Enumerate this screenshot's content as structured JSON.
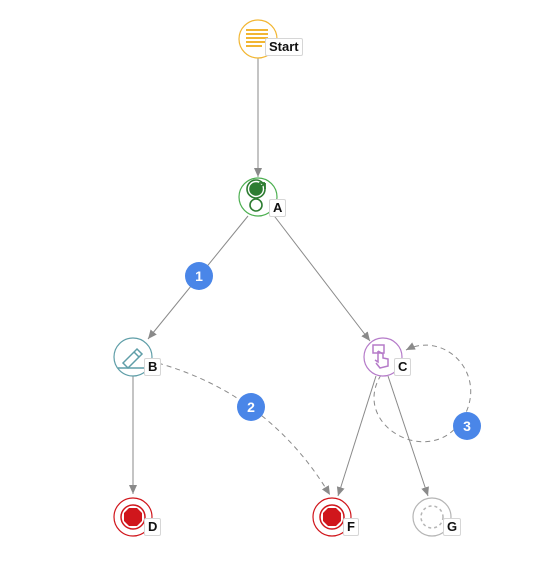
{
  "diagram": {
    "nodes": [
      {
        "id": "start",
        "label": "Start",
        "icon": "list-lines-icon",
        "color": "#f2b632"
      },
      {
        "id": "a",
        "label": "A",
        "icon": "touch-gesture-icon",
        "color": "#4caf50"
      },
      {
        "id": "b",
        "label": "B",
        "icon": "pencil-icon",
        "color": "#5f9ea8"
      },
      {
        "id": "c",
        "label": "C",
        "icon": "tap-select-icon",
        "color": "#b57bc9"
      },
      {
        "id": "d",
        "label": "D",
        "icon": "stop-icon",
        "color": "#d0161c"
      },
      {
        "id": "f",
        "label": "F",
        "icon": "stop-icon",
        "color": "#d0161c"
      },
      {
        "id": "g",
        "label": "G",
        "icon": "dashed-circle-icon",
        "color": "#b5b5b5"
      }
    ],
    "edges": [
      {
        "from": "start",
        "to": "a",
        "style": "solid"
      },
      {
        "from": "a",
        "to": "b",
        "style": "solid",
        "badge": "1"
      },
      {
        "from": "a",
        "to": "c",
        "style": "solid"
      },
      {
        "from": "b",
        "to": "d",
        "style": "solid"
      },
      {
        "from": "b",
        "to": "f",
        "style": "dashed",
        "badge": "2"
      },
      {
        "from": "c",
        "to": "f",
        "style": "solid"
      },
      {
        "from": "c",
        "to": "g",
        "style": "solid"
      },
      {
        "from": "c",
        "to": "c",
        "style": "dashed",
        "badge": "3"
      }
    ],
    "colors": {
      "edge": "#8a8a8a",
      "badge": "#4a86e8"
    }
  }
}
